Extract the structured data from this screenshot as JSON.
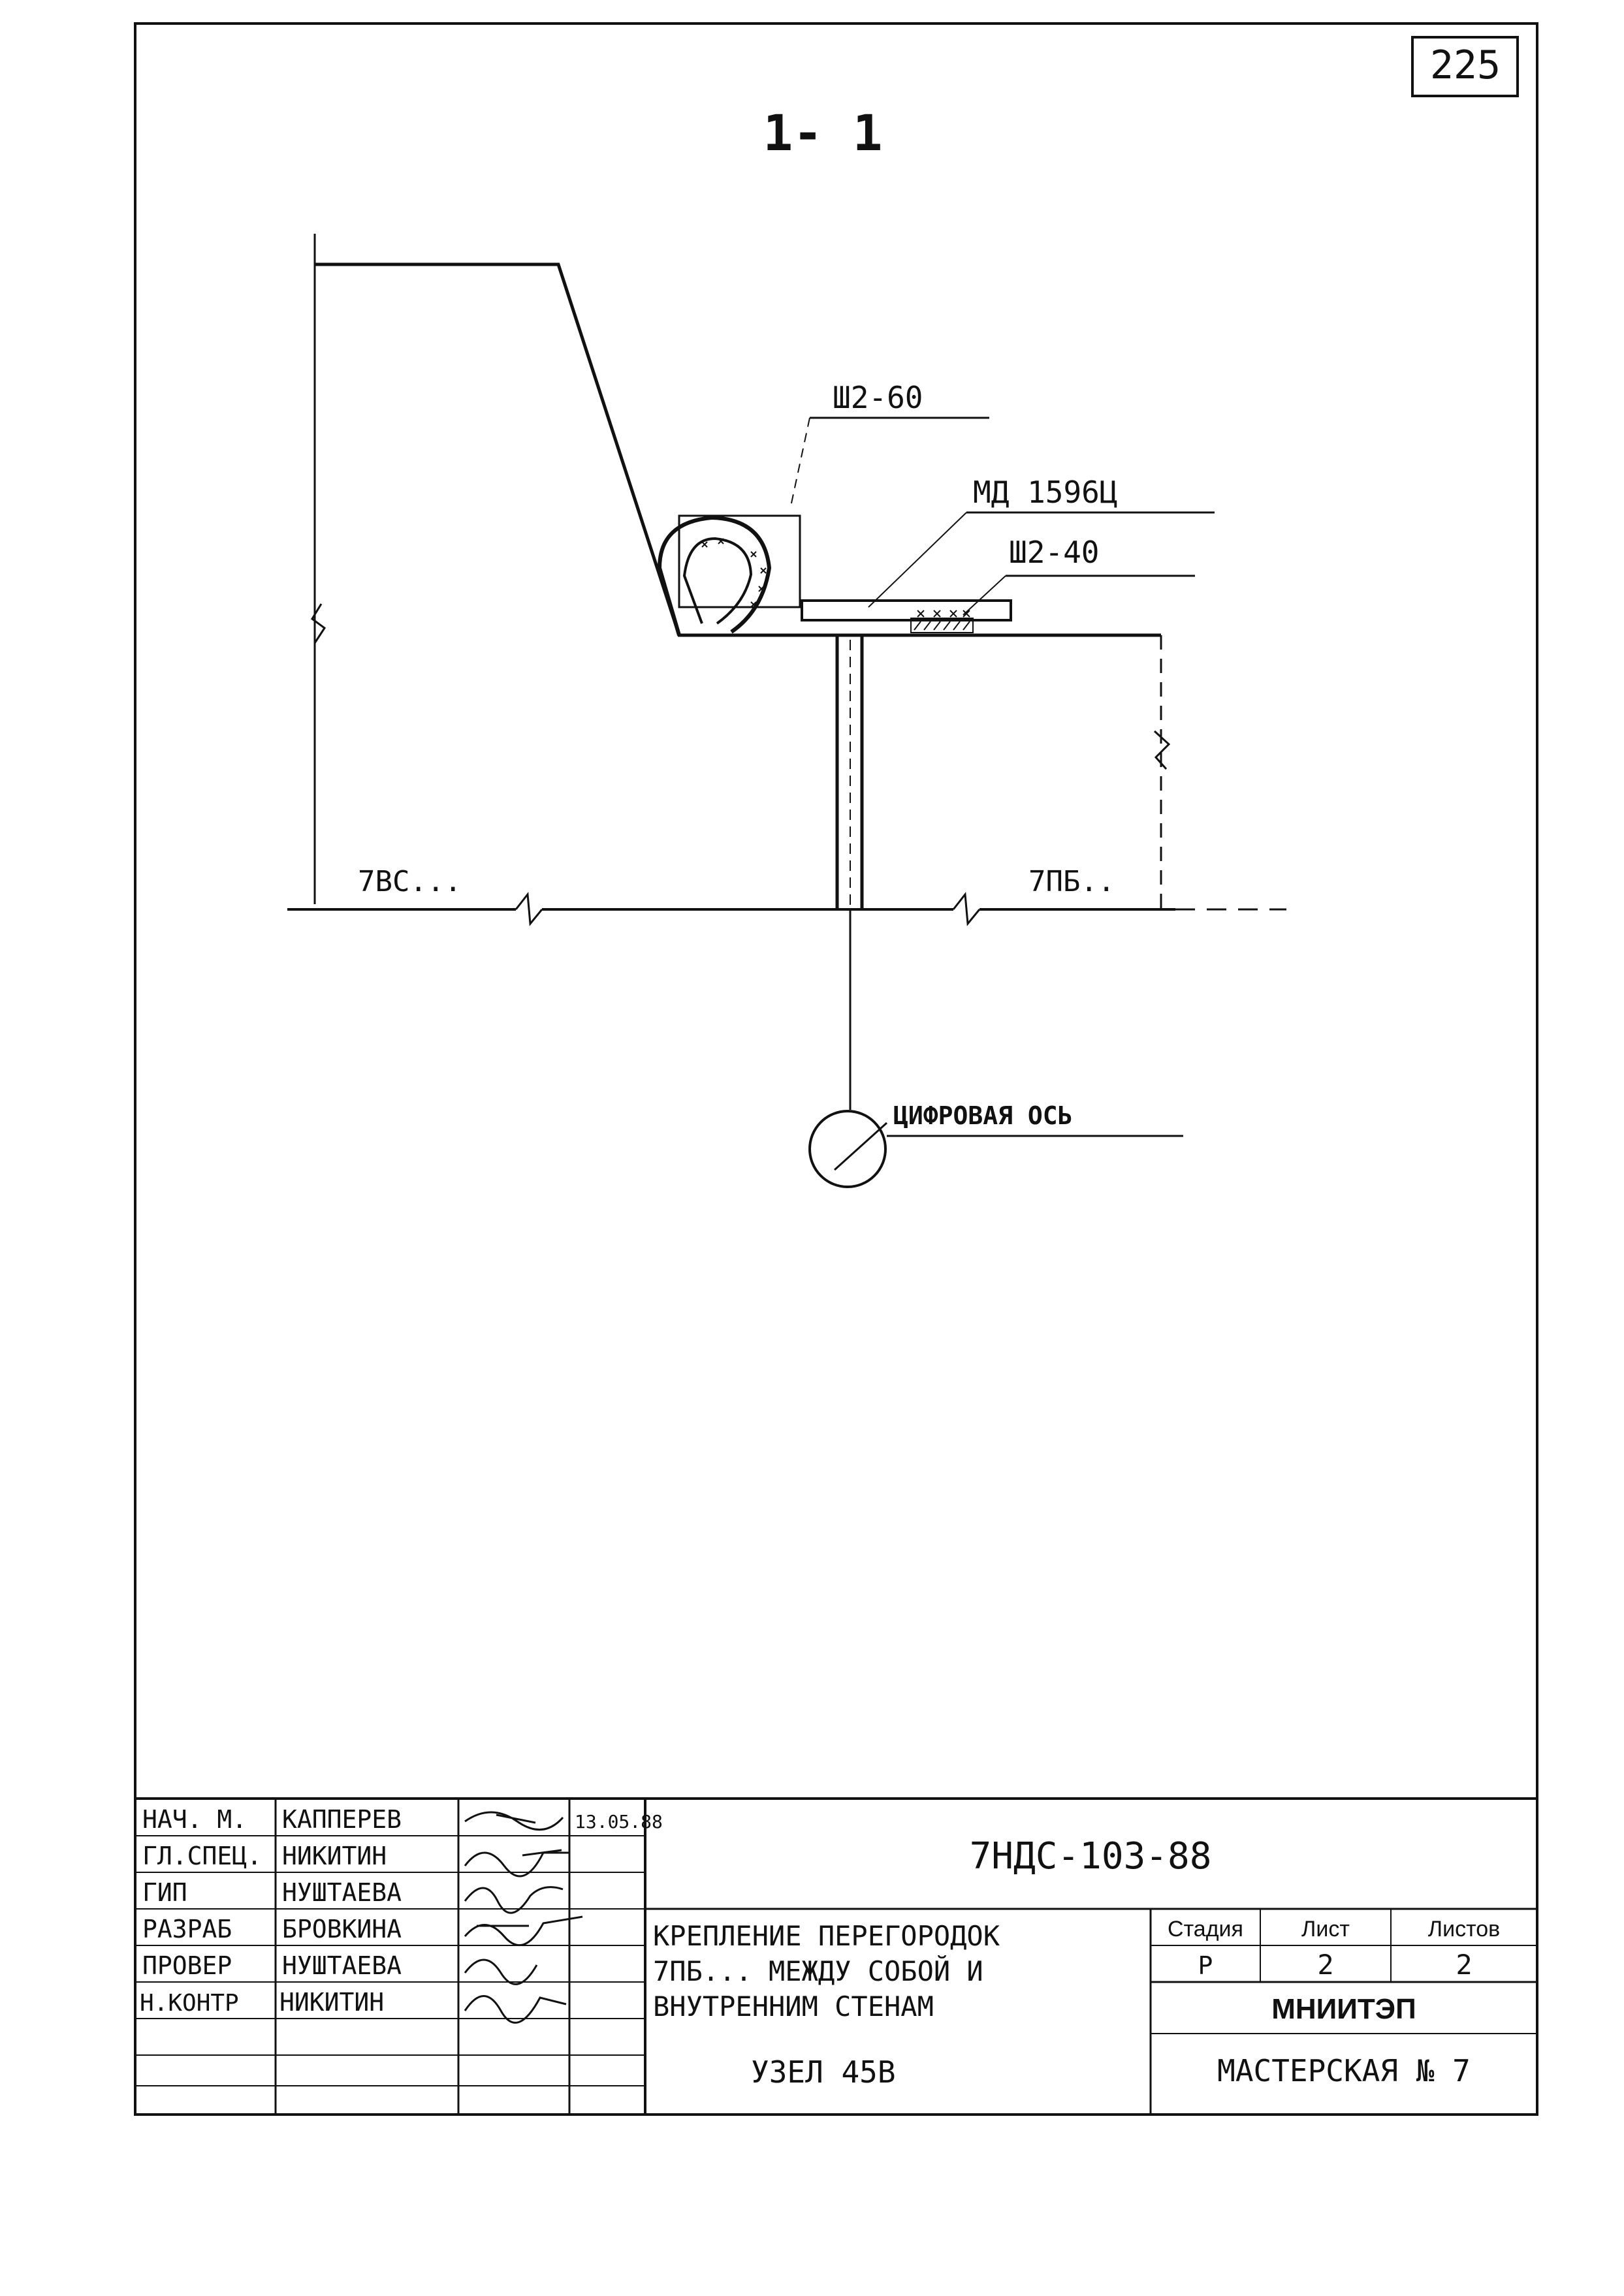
{
  "sheet_number": "225",
  "section_title": "1- 1",
  "labels": {
    "weld_top": "Ш2-60",
    "part_md": "МД 1596Ц",
    "weld_bottom": "Ш2-40",
    "wall_left": "7ВС...",
    "wall_right": "7ПБ..",
    "axis_label": "ЦИФРОВАЯ ОСЬ"
  },
  "stamp": {
    "personnel": [
      {
        "role": "НАЧ. М.",
        "name": "КАППЕРЕВ",
        "date": "13.05.88"
      },
      {
        "role": "ГЛ.СПЕЦ.",
        "name": "НИКИТИН",
        "date": ""
      },
      {
        "role": "ГИП",
        "name": "НУШТАЕВА",
        "date": ""
      },
      {
        "role": "РАЗРАБ",
        "name": "БРОВКИНА",
        "date": ""
      },
      {
        "role": "ПРОВЕР",
        "name": "НУШТАЕВА",
        "date": ""
      },
      {
        "role": "Н.КОНТР",
        "name": "НИКИТИН",
        "date": ""
      }
    ],
    "document_code": "7НДС-103-88",
    "title_lines": [
      "КРЕПЛЕНИЕ ПЕРЕГОРОДОК",
      "7ПБ... МЕЖДУ СОБОЙ И",
      "ВНУТРЕННИМ СТЕНАМ"
    ],
    "node": "УЗЕЛ 45В",
    "stage_header": "Стадия",
    "sheet_header": "Лист",
    "sheets_header": "Листов",
    "stage_value": "Р",
    "sheet_value": "2",
    "sheets_value": "2",
    "organization": "МНИИТЭП",
    "workshop": "МАСТЕРСКАЯ № 7"
  }
}
